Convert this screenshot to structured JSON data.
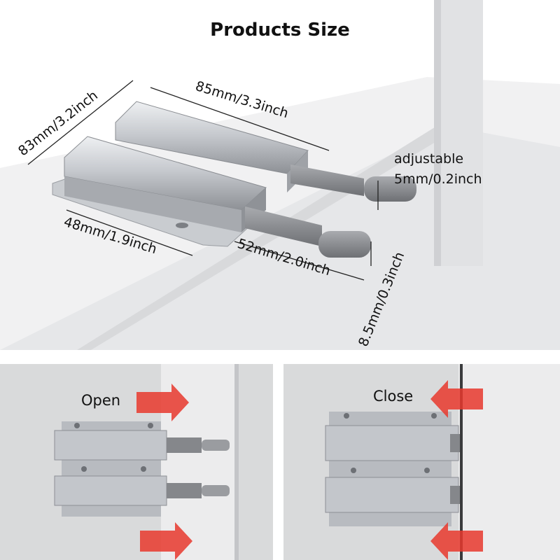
{
  "title": "Products Size",
  "dimensions": {
    "height": "83mm/3.2inch",
    "length": "85mm/3.3inch",
    "width": "48mm/1.9inch",
    "plunger": "52mm/2.0inch",
    "adjustable_label": "adjustable",
    "adjustable_value": "5mm/0.2inch",
    "diameter": "8.5mm/0.3inch"
  },
  "states": {
    "open": "Open",
    "close": "Close"
  },
  "colors": {
    "arrow": "#e8382d",
    "metal": "#b9bcc1",
    "plastic": "#8d8f93",
    "wall": "#dcdddf"
  }
}
